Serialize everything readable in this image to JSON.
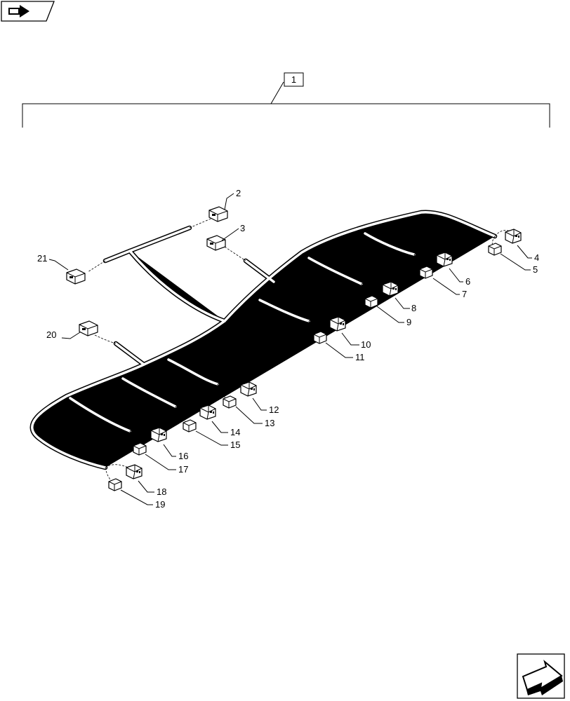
{
  "nav": {
    "top_left_icon": "previous-page-arrow-icon",
    "bottom_right_icon": "next-page-arrow-icon"
  },
  "assembly_label": "1",
  "callouts": [
    "2",
    "3",
    "4",
    "5",
    "6",
    "7",
    "8",
    "9",
    "10",
    "11",
    "12",
    "13",
    "14",
    "15",
    "16",
    "17",
    "18",
    "19",
    "20",
    "21"
  ]
}
